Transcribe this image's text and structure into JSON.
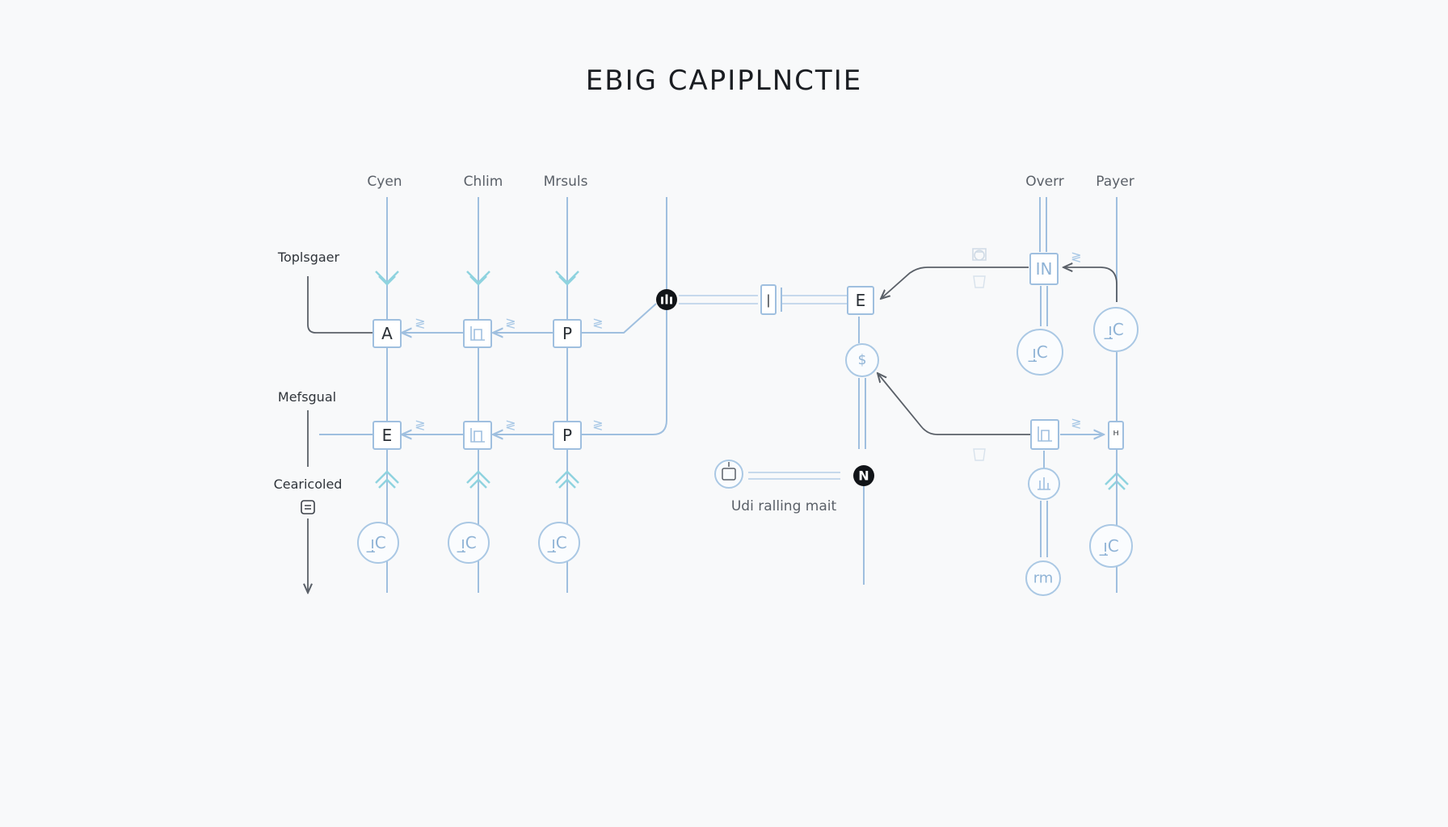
{
  "title": "EBIG CAPIPLNCTIE",
  "columns": [
    "Cyen",
    "Chlim",
    "Mrsuls"
  ],
  "right_columns": [
    "Overr",
    "Payer"
  ],
  "row_labels": {
    "top": "Toplsgaer",
    "middle": "Mefsgual",
    "bottom": "Cearicoled"
  },
  "nodes": {
    "a": "A",
    "p1": "P",
    "e1": "E",
    "p2": "P",
    "e_center": "E",
    "n_box": "IN",
    "n_dot": "N",
    "hub_dot": "ılı",
    "dollar": "$",
    "bar": "|",
    "right_small": "ᵸ",
    "circle_rm": "rm",
    "circle_c": "ᴉ̲C"
  },
  "caption": "Udi ralling mait",
  "colors": {
    "line": "#9fbfdf",
    "accent": "#8fd3df",
    "dark": "#111418"
  }
}
